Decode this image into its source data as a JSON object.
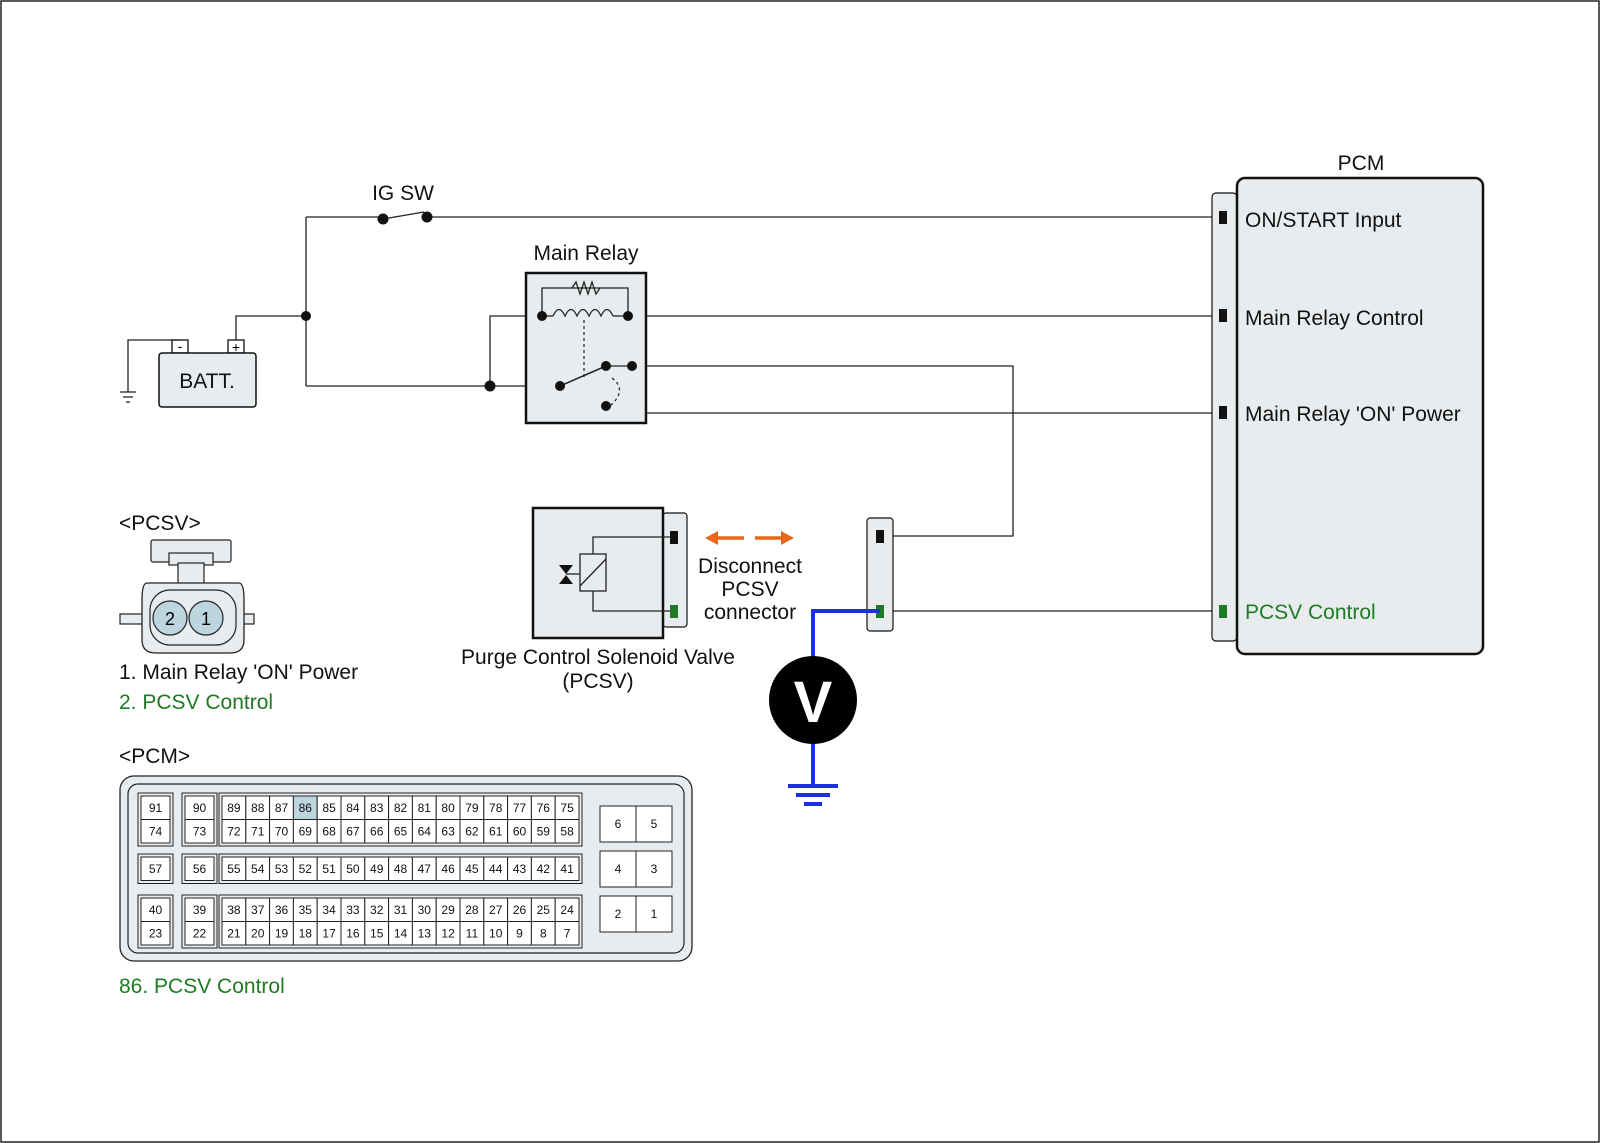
{
  "labels": {
    "ig_sw": "IG SW",
    "main_relay": "Main Relay",
    "batt": "BATT.",
    "batt_minus": "-",
    "batt_plus": "+",
    "pcm": "PCM",
    "pcm_pins": [
      "ON/START Input",
      "Main Relay Control",
      "Main Relay 'ON' Power",
      "PCSV Control"
    ],
    "disconnect": [
      "Disconnect",
      "PCSV",
      "connector"
    ],
    "pcsv_name": [
      "Purge Control Solenoid Valve",
      "(PCSV)"
    ],
    "voltmeter": "V",
    "pcsv_connector_title": "<PCSV>",
    "pcsv_connector_pins": [
      "2",
      "1"
    ],
    "pcsv_legend": [
      "1. Main Relay 'ON' Power",
      "2. PCSV Control"
    ],
    "pcm_connector_title": "<PCM>",
    "pcm_legend": "86. PCSV Control"
  },
  "pcm_connector": {
    "highlight": "86",
    "left_pairs": [
      [
        "91",
        "74"
      ],
      [
        "57"
      ],
      [
        "40",
        "23"
      ]
    ],
    "mid_pairs": [
      [
        "90",
        "73"
      ],
      [
        "56"
      ],
      [
        "39",
        "22"
      ]
    ],
    "grid_rows": [
      [
        "89",
        "88",
        "87",
        "86",
        "85",
        "84",
        "83",
        "82",
        "81",
        "80",
        "79",
        "78",
        "77",
        "76",
        "75"
      ],
      [
        "72",
        "71",
        "70",
        "69",
        "68",
        "67",
        "66",
        "65",
        "64",
        "63",
        "62",
        "61",
        "60",
        "59",
        "58"
      ],
      [
        "55",
        "54",
        "53",
        "52",
        "51",
        "50",
        "49",
        "48",
        "47",
        "46",
        "45",
        "44",
        "43",
        "42",
        "41"
      ],
      [
        "38",
        "37",
        "36",
        "35",
        "34",
        "33",
        "32",
        "31",
        "30",
        "29",
        "28",
        "27",
        "26",
        "25",
        "24"
      ],
      [
        "21",
        "20",
        "19",
        "18",
        "17",
        "16",
        "15",
        "14",
        "13",
        "12",
        "11",
        "10",
        "9",
        "8",
        "7"
      ]
    ],
    "right_blocks": [
      [
        "6",
        "5"
      ],
      [
        "4",
        "3"
      ],
      [
        "2",
        "1"
      ]
    ]
  },
  "colors": {
    "green": "#1f7a24",
    "blue_probe": "#1a2fe0",
    "orange_arrow": "#e8671c",
    "pin_highlight": "#bcd5de"
  }
}
